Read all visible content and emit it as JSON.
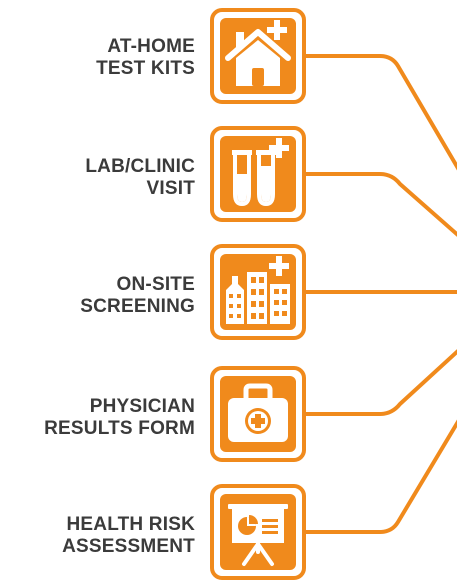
{
  "colors": {
    "accent": "#f08a1c",
    "text": "#3b3b3b",
    "background": "#ffffff"
  },
  "items": [
    {
      "line1": "AT-HOME",
      "line2": "TEST KITS",
      "icon": "house-plus-icon"
    },
    {
      "line1": "LAB/CLINIC",
      "line2": "VISIT",
      "icon": "test-tubes-plus-icon"
    },
    {
      "line1": "ON-SITE",
      "line2": "SCREENING",
      "icon": "buildings-plus-icon"
    },
    {
      "line1": "PHYSICIAN",
      "line2": "RESULTS FORM",
      "icon": "medical-bag-icon"
    },
    {
      "line1": "HEALTH RISK",
      "line2": "ASSESSMENT",
      "icon": "presentation-board-icon"
    }
  ]
}
